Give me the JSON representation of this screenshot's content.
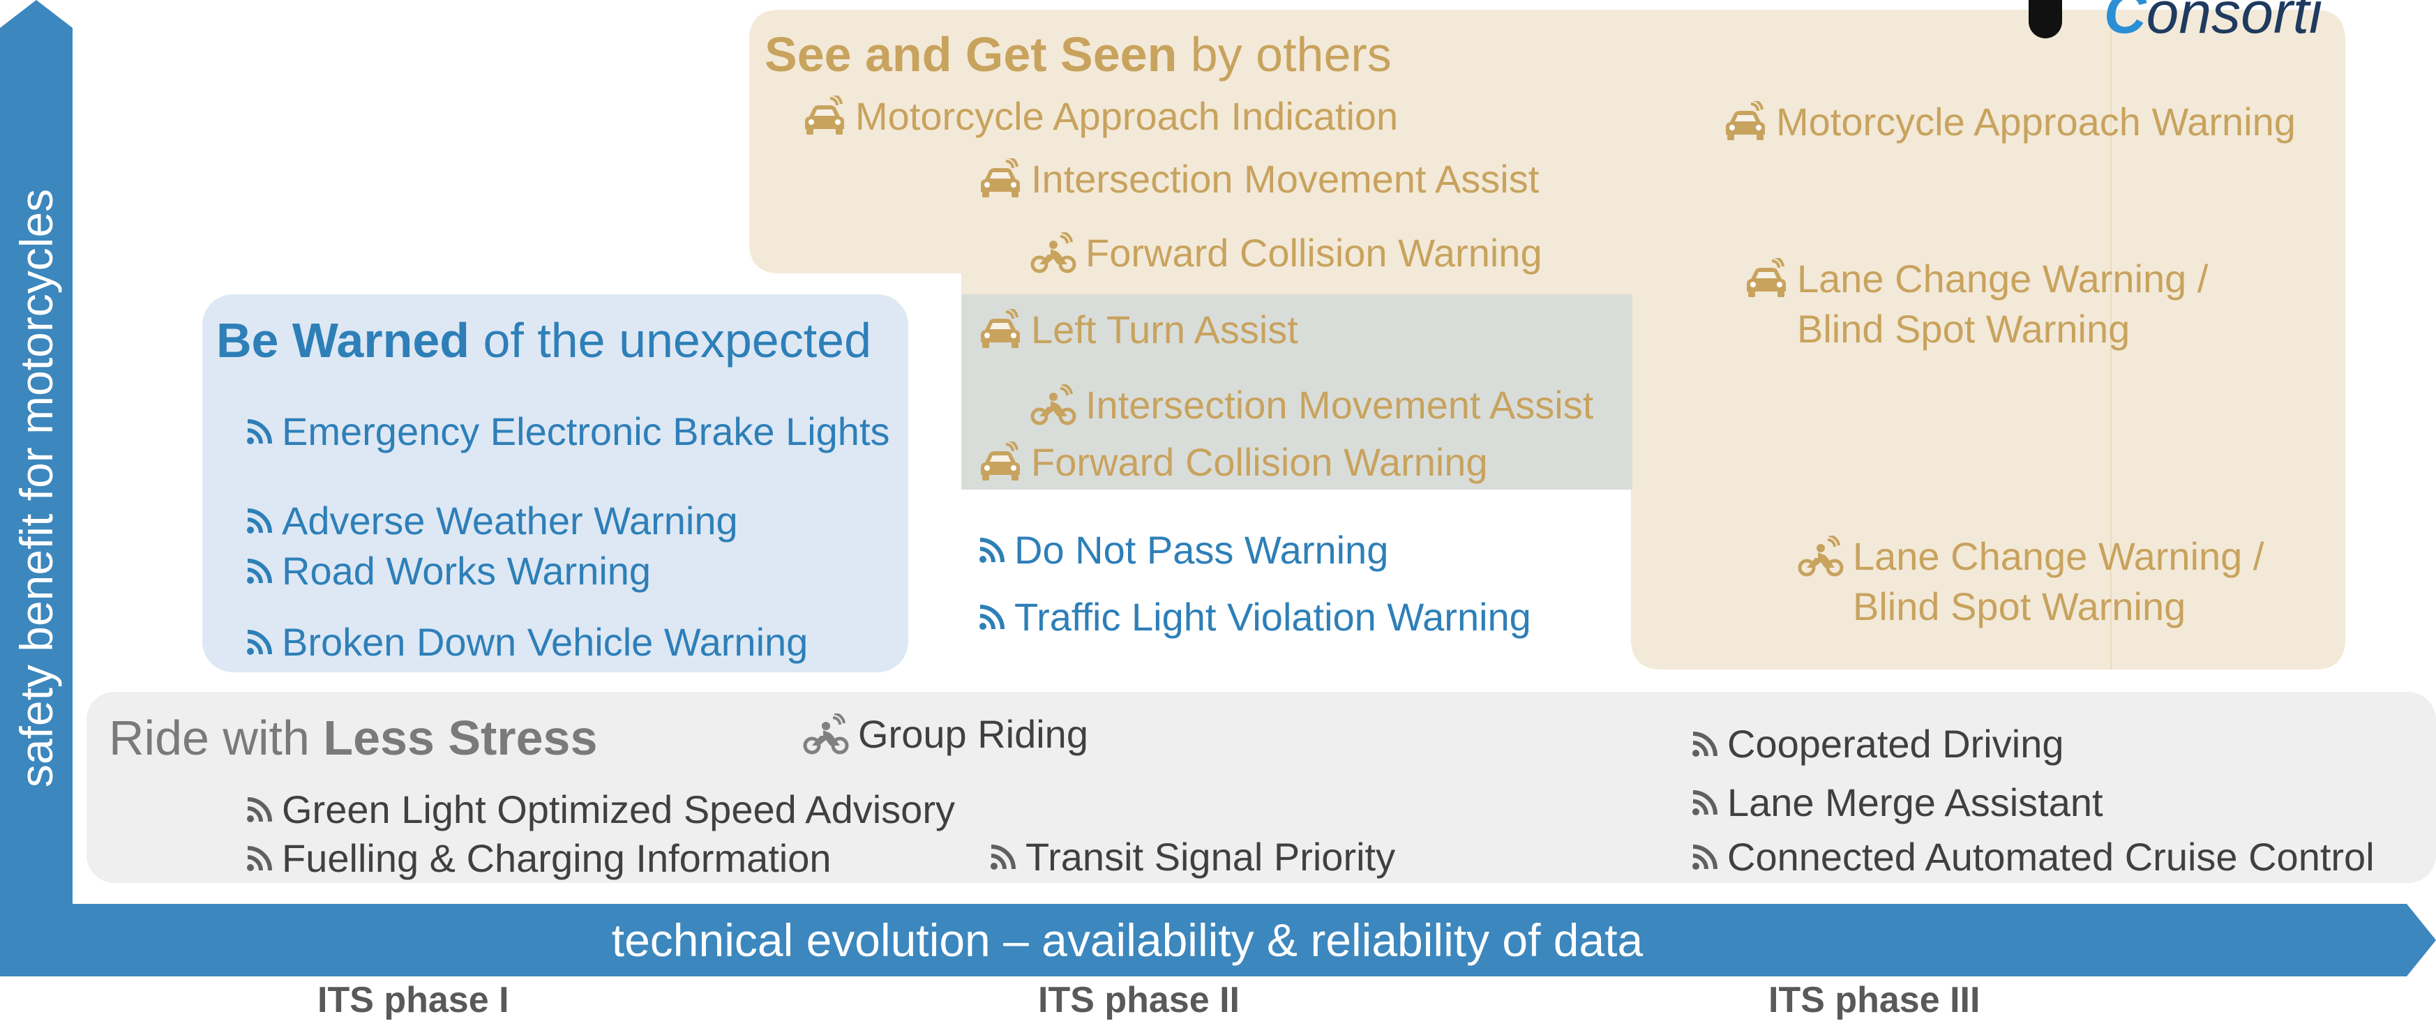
{
  "axes": {
    "y_label": "safety benefit for motorcycles",
    "x_label": "technical evolution – availability & reliability of data",
    "phases": [
      "ITS phase I",
      "ITS phase II",
      "ITS phase III"
    ],
    "color": "#3c87bd"
  },
  "logo": {
    "text": "Consorti",
    "first_letter_color": "#2b8fd6"
  },
  "see_and_get_seen": {
    "title_bold": "See and Get Seen",
    "title_rest": " by others",
    "color": "#c8a35e",
    "items": [
      {
        "label": "Motorcycle Approach Indication",
        "icon": "car-signal-icon"
      },
      {
        "label": "Intersection Movement Assist",
        "icon": "car-signal-icon"
      },
      {
        "label": "Forward Collision Warning",
        "icon": "motorcycle-signal-icon"
      },
      {
        "label": "Left Turn Assist",
        "icon": "car-signal-icon"
      },
      {
        "label": "Intersection Movement Assist",
        "icon": "motorcycle-signal-icon"
      },
      {
        "label": "Forward Collision Warning",
        "icon": "car-signal-icon"
      },
      {
        "label": "Motorcycle Approach Warning",
        "icon": "car-signal-icon"
      },
      {
        "label": "Lane Change Warning /",
        "label2": "Blind Spot Warning",
        "icon": "car-signal-icon"
      },
      {
        "label": "Lane Change Warning /",
        "label2": "Blind Spot Warning",
        "icon": "motorcycle-signal-icon"
      }
    ]
  },
  "be_warned": {
    "title_bold": "Be Warned",
    "title_rest": " of the unexpected",
    "color": "#2e7fb8",
    "items": [
      {
        "label": "Emergency Electronic Brake Lights",
        "icon": "signal-icon"
      },
      {
        "label": "Adverse Weather Warning",
        "icon": "signal-icon"
      },
      {
        "label": "Road Works Warning",
        "icon": "signal-icon"
      },
      {
        "label": "Broken Down Vehicle Warning",
        "icon": "signal-icon"
      },
      {
        "label": "Do Not Pass Warning",
        "icon": "signal-icon"
      },
      {
        "label": "Traffic Light Violation Warning",
        "icon": "signal-icon"
      }
    ]
  },
  "less_stress": {
    "title_rest": "Ride with ",
    "title_bold": "Less Stress",
    "color": "#404040",
    "items": [
      {
        "label": "Group Riding",
        "icon": "motorcycle-signal-icon"
      },
      {
        "label": "Green Light Optimized Speed Advisory",
        "icon": "signal-icon"
      },
      {
        "label": "Fuelling & Charging Information",
        "icon": "signal-icon"
      },
      {
        "label": "Transit Signal Priority",
        "icon": "signal-icon"
      },
      {
        "label": "Cooperated Driving",
        "icon": "signal-icon"
      },
      {
        "label": "Lane Merge Assistant",
        "icon": "signal-icon"
      },
      {
        "label": "Connected Automated Cruise Control",
        "icon": "signal-icon"
      }
    ]
  }
}
